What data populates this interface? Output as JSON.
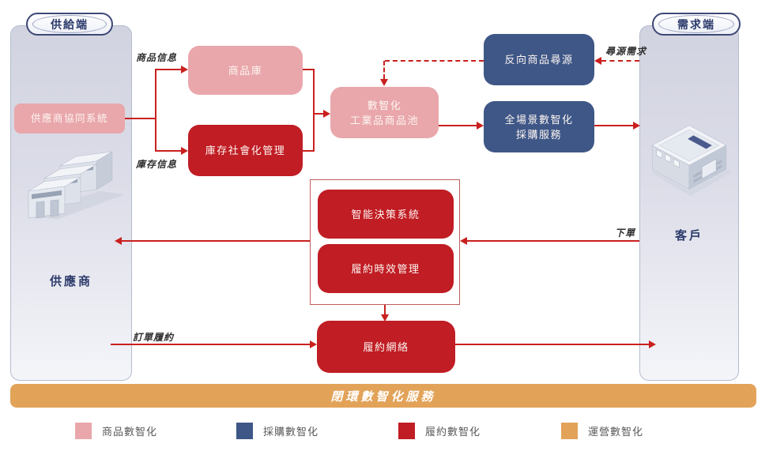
{
  "panels": {
    "supply": {
      "badge": "供給端",
      "entity": "供應商"
    },
    "demand": {
      "badge": "需求端",
      "entity": "客戶"
    }
  },
  "boxes": {
    "supplier_system": "供應商協同系統",
    "product_library": "商品庫",
    "inventory_social_mgmt": "庫存社會化管理",
    "product_pool_line1": "數智化",
    "product_pool_line2": "工業品商品池",
    "reverse_sourcing": "反向商品尋源",
    "procurement_line1": "全場景數智化",
    "procurement_line2": "採購服務",
    "decision_system": "智能決策系統",
    "fulfillment_sla": "履約時效管理",
    "fulfillment_network": "履約網絡"
  },
  "flow_labels": {
    "product_info": "商品信息",
    "inventory_info": "庫存信息",
    "sourcing_demand": "尋源需求",
    "place_order": "下單",
    "order_fulfillment": "訂單履約"
  },
  "bottom_bar": {
    "label": "閉環數智化服務"
  },
  "legend": {
    "items": [
      {
        "label": "商品數智化",
        "color": "#e9a7ab"
      },
      {
        "label": "採購數智化",
        "color": "#3e5787"
      },
      {
        "label": "履約數智化",
        "color": "#c01d24"
      },
      {
        "label": "運營數智化",
        "color": "#e2a359"
      }
    ]
  },
  "colors": {
    "pink": "#e9a7ab",
    "red": "#c01d24",
    "blue": "#3e5787",
    "orange": "#e2a359",
    "arrow": "#c9201f",
    "navy": "#2c3a6b"
  }
}
